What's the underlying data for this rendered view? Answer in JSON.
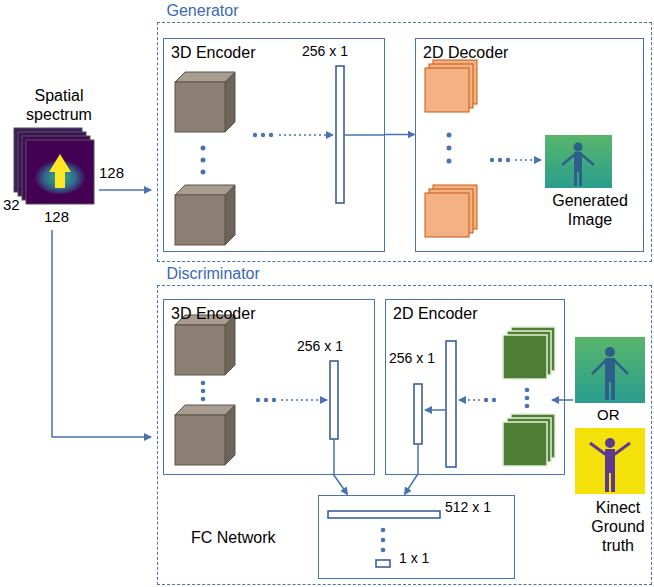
{
  "diagram": {
    "nodes": [
      {
        "text": [
          "Generator"
        ]
      },
      {
        "text": [
          "3D Encoder",
          "256 x 1"
        ],
        "in": 0
      },
      {
        "text": [
          "2D Decoder",
          "Generated Image"
        ],
        "in": 0
      },
      {
        "text": [
          "Discriminator"
        ]
      },
      {
        "text": [
          "3D Encoder",
          "256 x 1"
        ],
        "in": 3
      },
      {
        "text": [
          "2D Encoder",
          "256 x 1"
        ],
        "in": 3
      },
      {
        "text": [
          "FC Network",
          "512 x 1",
          "1 x 1"
        ],
        "in": 3
      }
    ],
    "edges": [
      {
        "from": 1,
        "to": 2,
        "arrow": "to"
      },
      {
        "from": 4,
        "to": 6,
        "arrow": "to"
      },
      {
        "from": 5,
        "to": 6,
        "arrow": "to"
      }
    ],
    "labels": [
      "Spatial spectrum",
      "128",
      "32",
      "128",
      "OR",
      "Kinect Ground truth"
    ]
  }
}
